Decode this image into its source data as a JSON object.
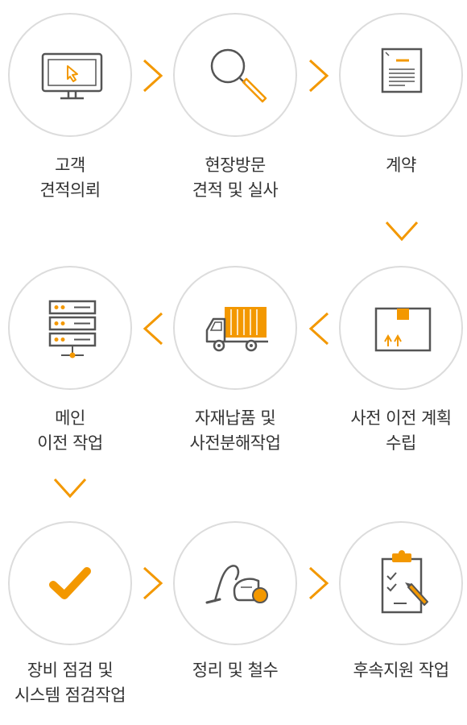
{
  "steps": [
    {
      "id": "request",
      "lines": [
        "고객",
        "견적의뢰"
      ],
      "icon": "monitor-cursor-icon"
    },
    {
      "id": "visit",
      "lines": [
        "현장방문",
        "견적 및 실사"
      ],
      "icon": "magnifier-icon"
    },
    {
      "id": "contract",
      "lines": [
        "계약"
      ],
      "icon": "document-icon"
    },
    {
      "id": "plan",
      "lines": [
        "사전 이전 계획",
        "수립"
      ],
      "icon": "box-icon"
    },
    {
      "id": "delivery",
      "lines": [
        "자재납품 및",
        "사전분해작업"
      ],
      "icon": "truck-icon"
    },
    {
      "id": "main",
      "lines": [
        "메인",
        "이전 작업"
      ],
      "icon": "server-icon"
    },
    {
      "id": "inspect",
      "lines": [
        "장비 점검 및",
        "시스템 점검작업"
      ],
      "icon": "check-icon"
    },
    {
      "id": "cleanup",
      "lines": [
        "정리 및 철수"
      ],
      "icon": "vacuum-icon"
    },
    {
      "id": "support",
      "lines": [
        "후속지원 작업"
      ],
      "icon": "clipboard-icon"
    }
  ],
  "colors": {
    "accent": "#f39800",
    "line": "#555555",
    "circle_border": "#dcdcdc",
    "text": "#333333"
  }
}
